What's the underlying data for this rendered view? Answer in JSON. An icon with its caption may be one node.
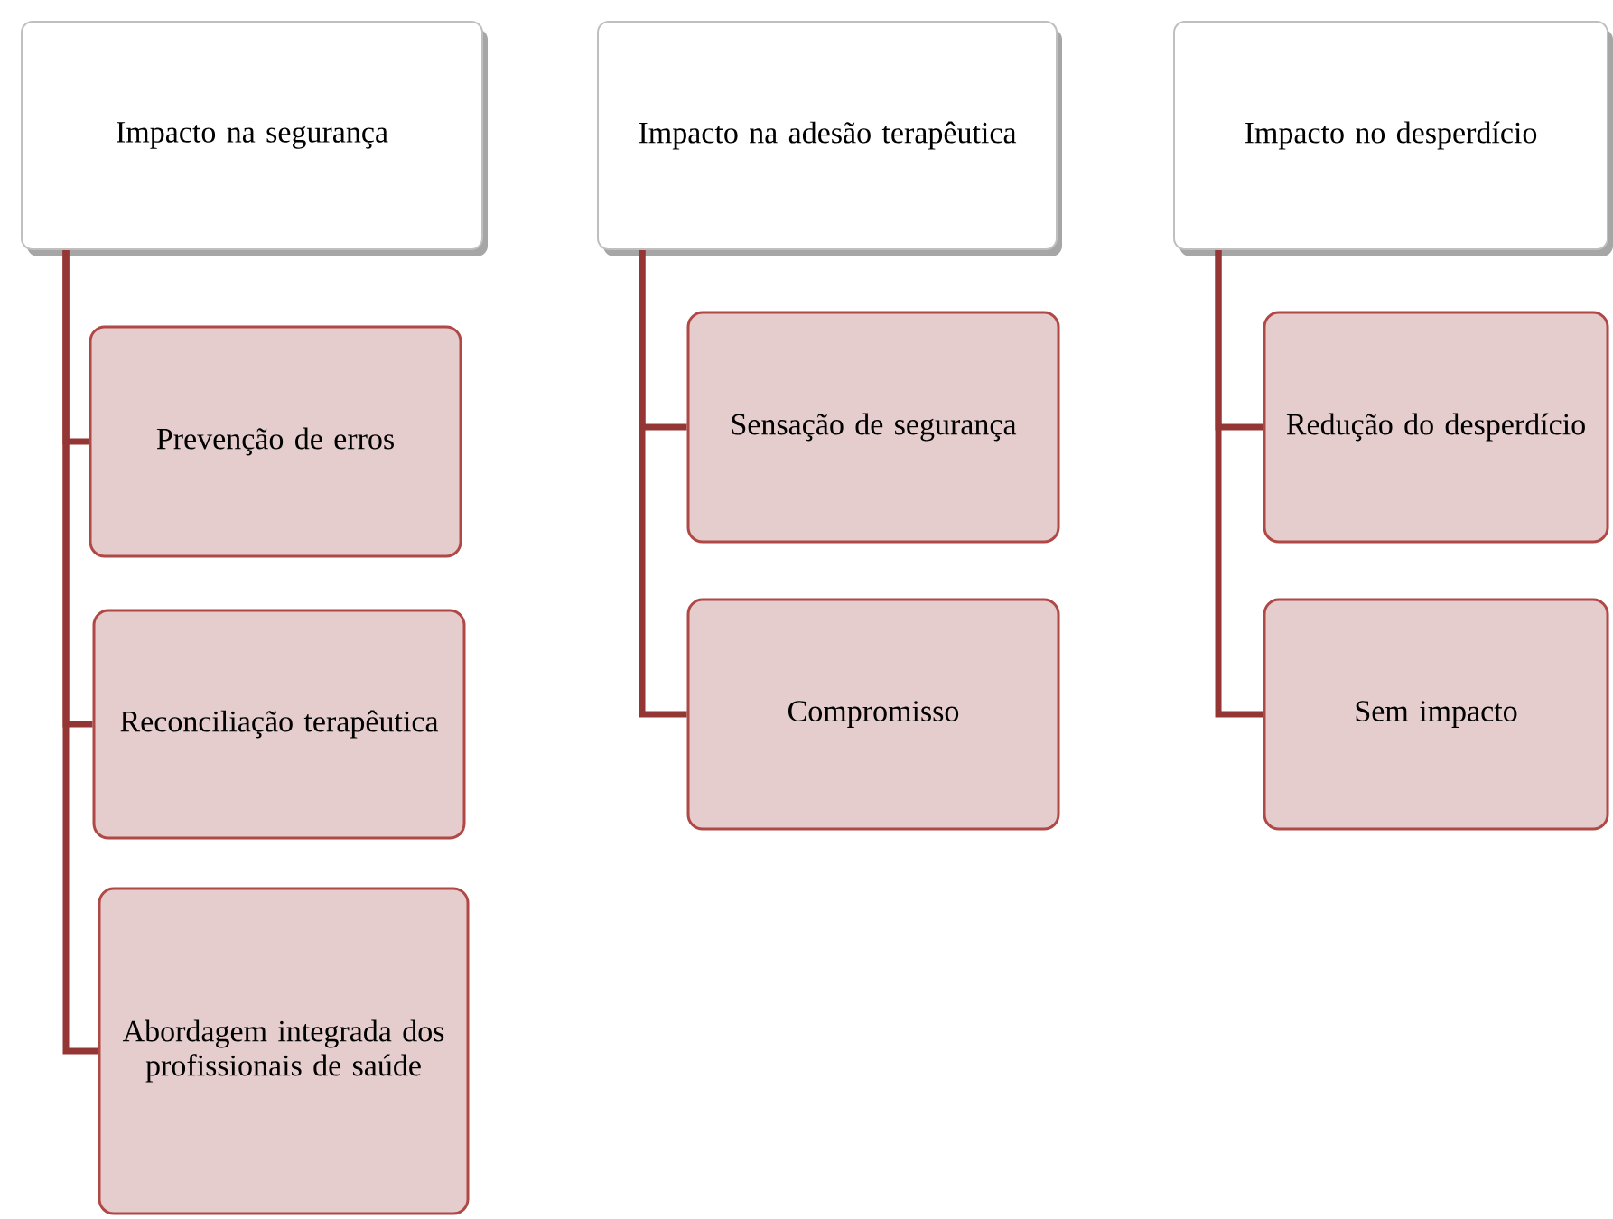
{
  "diagram": {
    "nodes": [
      {
        "text": [
          "Impacto na segurança"
        ]
      },
      {
        "text": [
          "Prevenção de erros"
        ]
      },
      {
        "text": [
          "Reconciliação terapêutica"
        ]
      },
      {
        "text": [
          "Abordagem integrada dos profissionais de saúde"
        ]
      },
      {
        "text": [
          "Impacto na adesão terapêutica"
        ]
      },
      {
        "text": [
          "Sensação de segurança"
        ]
      },
      {
        "text": [
          "Compromisso"
        ]
      },
      {
        "text": [
          "Impacto no desperdício"
        ]
      },
      {
        "text": [
          "Redução do desperdício"
        ]
      },
      {
        "text": [
          "Sem impacto"
        ]
      }
    ],
    "edges": [
      {
        "from": 0,
        "to": 1,
        "arrow": "none"
      },
      {
        "from": 0,
        "to": 2,
        "arrow": "none"
      },
      {
        "from": 0,
        "to": 3,
        "arrow": "none"
      },
      {
        "from": 4,
        "to": 5,
        "arrow": "none"
      },
      {
        "from": 4,
        "to": 6,
        "arrow": "none"
      },
      {
        "from": 7,
        "to": 8,
        "arrow": "none"
      },
      {
        "from": 7,
        "to": 9,
        "arrow": "none"
      }
    ]
  }
}
